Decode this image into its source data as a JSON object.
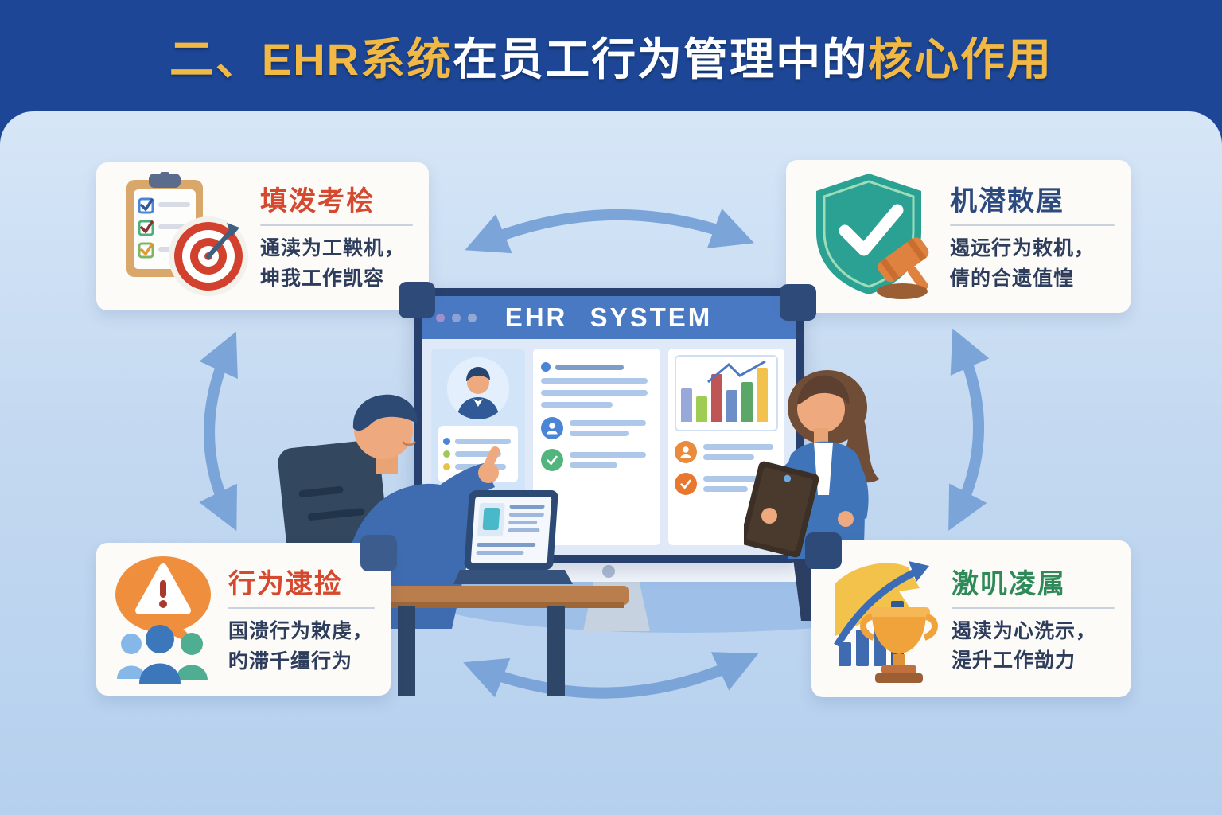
{
  "header": {
    "title_parts": [
      {
        "text": "二、EHR系统",
        "style": "gold"
      },
      {
        "text": "在员工行为管理中的",
        "style": "white"
      },
      {
        "text": "核心作用",
        "style": "gold"
      }
    ]
  },
  "monitor": {
    "title": "EHR SYSTEM"
  },
  "cards": {
    "top_left": {
      "icon": "clipboard-target-icon",
      "title": "填泼考桧",
      "line1": "通渎为工鞅机，",
      "line2": "坤我工作凯容"
    },
    "top_right": {
      "icon": "shield-gavel-icon",
      "title": "机潜敕屋",
      "line1": "遏远行为敕机，",
      "line2": "倩的合遗值惶"
    },
    "bottom_left": {
      "icon": "alert-people-icon",
      "title": "行为逮捡",
      "line1": "国溃行为敕虔，",
      "line2": "旳滞千缰行为"
    },
    "bottom_right": {
      "icon": "growth-trophy-icon",
      "title": "激叽凌属",
      "line1": "遏渎为心洗示，",
      "line2": "湜升工作勏力"
    }
  },
  "colors": {
    "header_bg": "#1d4796",
    "header_gold": "#f2b844",
    "panel_bg_top": "#d6e6f7",
    "panel_bg_bottom": "#b5d0ee",
    "arrow_blue": "#7ba4d9",
    "card_title_red": "#d5492f",
    "card_title_navy": "#2c4a80",
    "card_title_green": "#2f8a5a",
    "card_body_text": "#2e3d5c",
    "monitor_bezel": "#27406e",
    "screen_header": "#4a79c4",
    "shield_teal": "#2ba193",
    "gavel_orange": "#e0823f",
    "bubble_orange": "#ef8f3d",
    "trophy_gold": "#f0a33a",
    "desk_brown": "#b97e4b",
    "suit_blue": "#3f6cb0",
    "skin_tan": "#efa97e"
  }
}
